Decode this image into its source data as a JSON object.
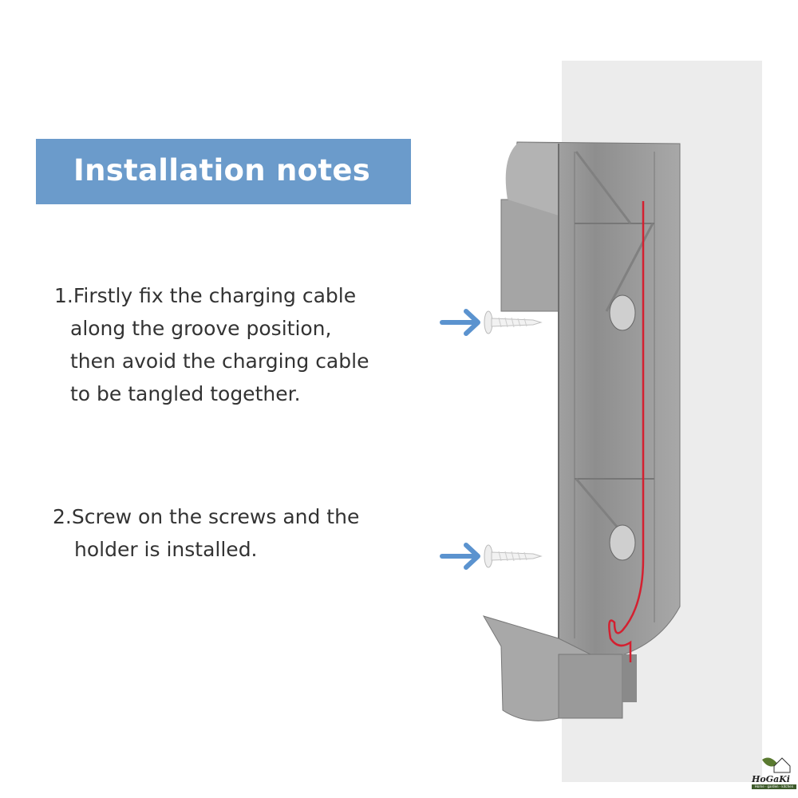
{
  "banner": {
    "title": "Installation notes",
    "color": "#6b9bcb"
  },
  "notes": [
    {
      "lines": [
        "1.Firstly fix the charging cable",
        "along the groove position,",
        "then avoid the charging cable",
        "to be tangled together."
      ]
    },
    {
      "lines": [
        "2.Screw on the screws and the",
        "holder is installed."
      ]
    }
  ],
  "logo": {
    "name": "HoGaKi",
    "tagline": "Home · garden · kitchen"
  },
  "colors": {
    "arrow": "#5b93cf",
    "cable": "#d42030",
    "holder": "#9a9a9a"
  }
}
